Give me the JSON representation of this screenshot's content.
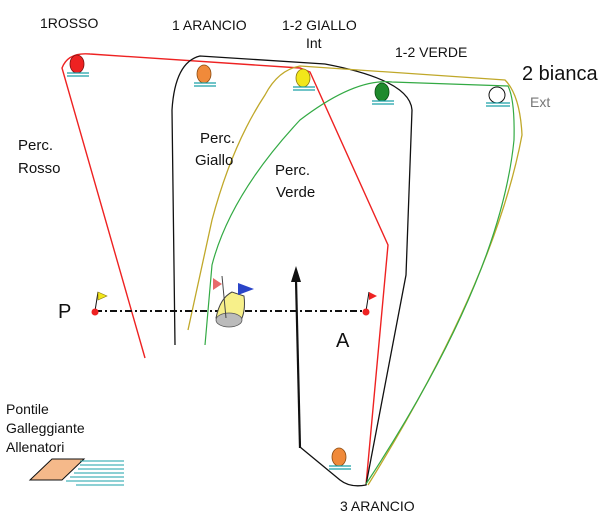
{
  "marks": {
    "red_1": "1ROSSO",
    "orange_1": "1 ARANCIO",
    "yellow_12": "1-2 GIALLO",
    "int": "Int",
    "green_12": "1-2 VERDE",
    "white_2": "2 bianca",
    "ext": "Ext",
    "orange_3": "3  ARANCIO"
  },
  "courses": {
    "red_l1": "Perc.",
    "red_l2": "Rosso",
    "yellow_l1": "Perc.",
    "yellow_l2": "Giallo",
    "green_l1": "Perc.",
    "green_l2": "Verde"
  },
  "start": {
    "pin": "P",
    "committee": "A"
  },
  "pontoon": {
    "l1": "Pontile",
    "l2": "Galleggiante",
    "l3": "Allenatori"
  },
  "colors": {
    "red": "#ee2222",
    "orange": "#f08a3a",
    "yellow": "#f2e61a",
    "green": "#1e8a2c",
    "olive": "#b8a020",
    "course_green": "#33aa44",
    "black": "#111111"
  }
}
